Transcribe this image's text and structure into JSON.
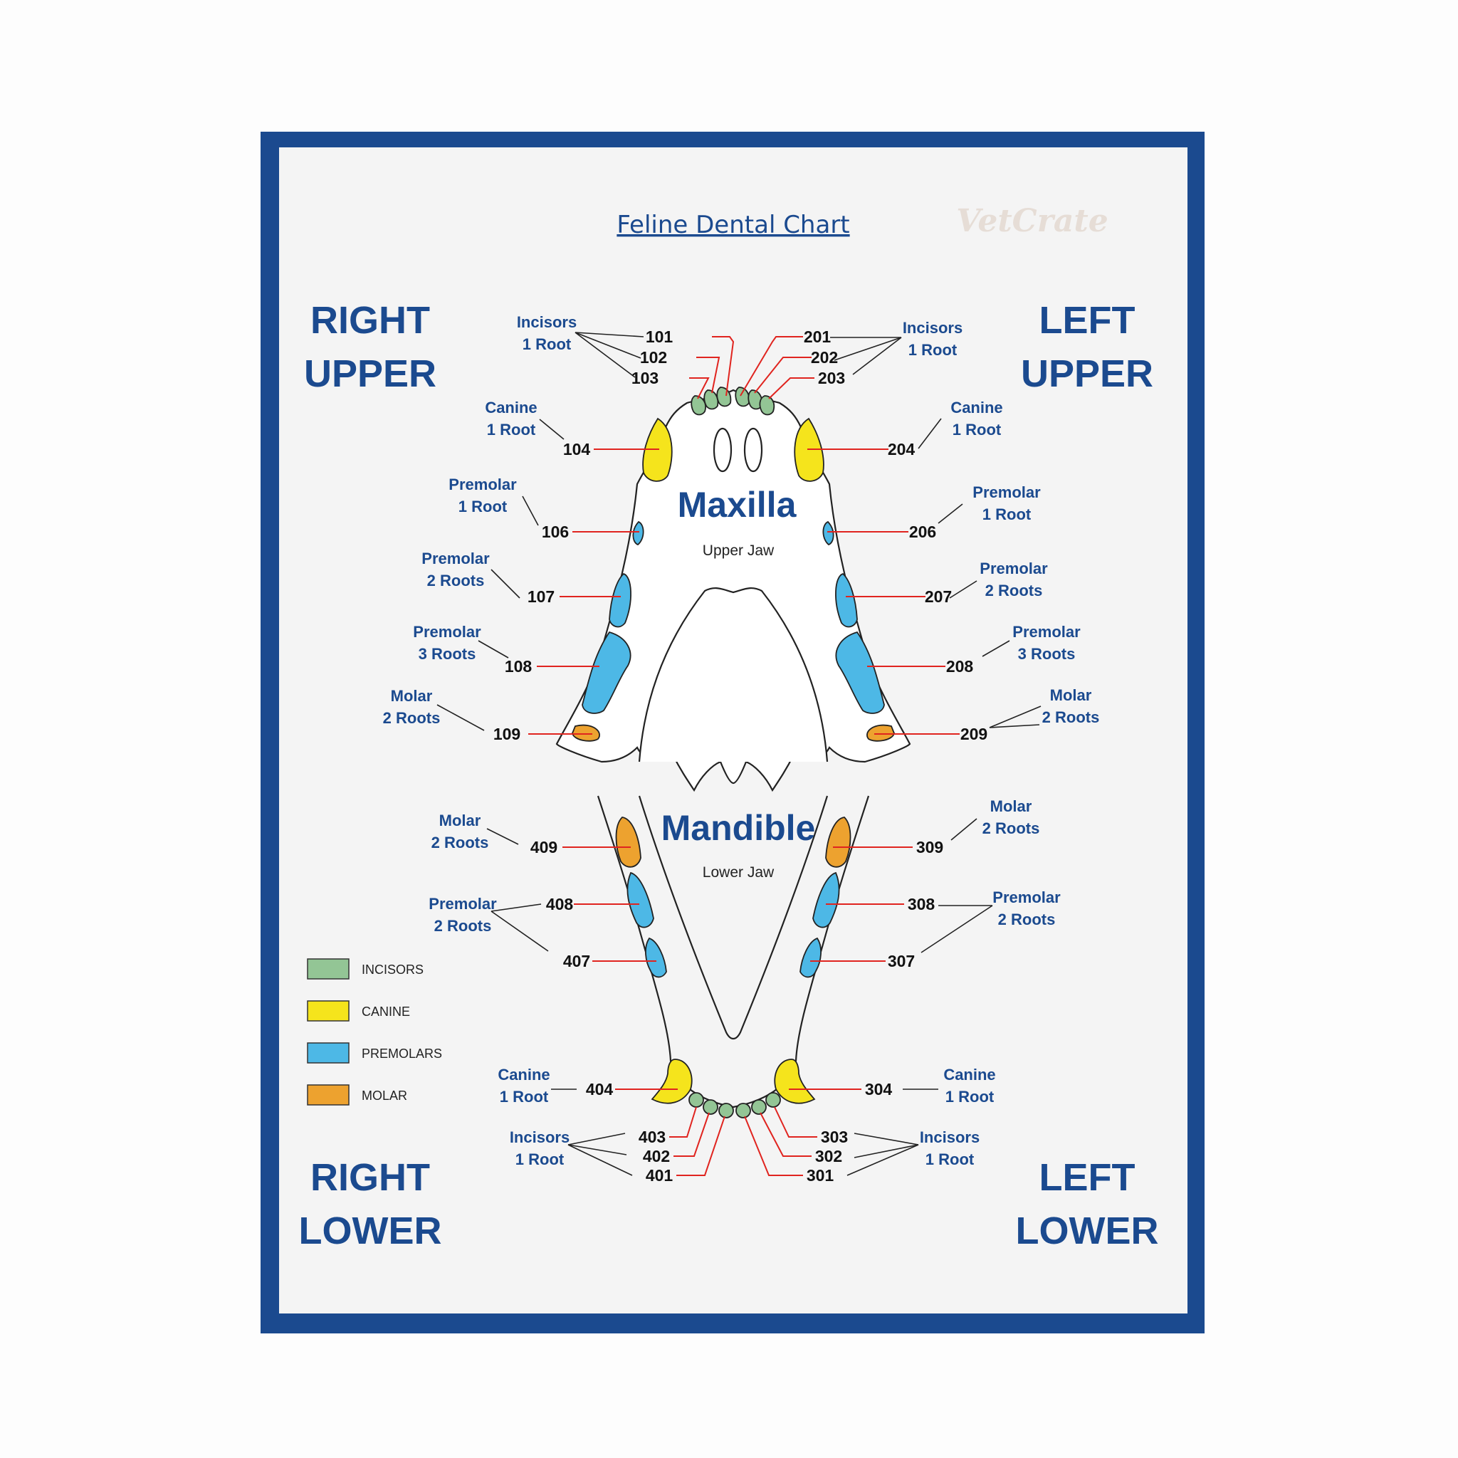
{
  "title": "Feline Dental Chart",
  "brand": "VetCrate",
  "quadrants": {
    "right_upper": [
      "RIGHT",
      "UPPER"
    ],
    "left_upper": [
      "LEFT",
      "UPPER"
    ],
    "right_lower": [
      "RIGHT",
      "LOWER"
    ],
    "left_lower": [
      "LEFT",
      "LOWER"
    ]
  },
  "jaws": {
    "upper": {
      "name": "Maxilla",
      "sub": "Upper Jaw"
    },
    "lower": {
      "name": "Mandible",
      "sub": "Lower Jaw"
    }
  },
  "legend": [
    {
      "label": "INCISORS",
      "color": "#93c595"
    },
    {
      "label": "CANINE",
      "color": "#f5e41c"
    },
    {
      "label": "PREMOLARS",
      "color": "#4db8e6"
    },
    {
      "label": "MOLAR",
      "color": "#eda22f"
    }
  ],
  "colors": {
    "frame": "#1b4a8f",
    "incisor": "#93c595",
    "canine": "#f5e41c",
    "premolar": "#4db8e6",
    "molar": "#eda22f",
    "pointer": "#e0241f"
  },
  "teeth": {
    "t101": "101",
    "t102": "102",
    "t103": "103",
    "t104": "104",
    "t106": "106",
    "t107": "107",
    "t108": "108",
    "t109": "109",
    "t201": "201",
    "t202": "202",
    "t203": "203",
    "t204": "204",
    "t206": "206",
    "t207": "207",
    "t208": "208",
    "t209": "209",
    "t301": "301",
    "t302": "302",
    "t303": "303",
    "t304": "304",
    "t307": "307",
    "t308": "308",
    "t309": "309",
    "t401": "401",
    "t402": "402",
    "t403": "403",
    "t404": "404",
    "t407": "407",
    "t408": "408",
    "t409": "409"
  },
  "descriptions": {
    "ru_incisors": [
      "Incisors",
      "1 Root"
    ],
    "ru_canine": [
      "Canine",
      "1 Root"
    ],
    "ru_pm106": [
      "Premolar",
      "1 Root"
    ],
    "ru_pm107": [
      "Premolar",
      "2 Roots"
    ],
    "ru_pm108": [
      "Premolar",
      "3 Roots"
    ],
    "ru_molar": [
      "Molar",
      "2 Roots"
    ],
    "lu_incisors": [
      "Incisors",
      "1 Root"
    ],
    "lu_canine": [
      "Canine",
      "1 Root"
    ],
    "lu_pm206": [
      "Premolar",
      "1 Root"
    ],
    "lu_pm207": [
      "Premolar",
      "2 Roots"
    ],
    "lu_pm208": [
      "Premolar",
      "3 Roots"
    ],
    "lu_molar": [
      "Molar",
      "2 Roots"
    ],
    "rl_molar": [
      "Molar",
      "2 Roots"
    ],
    "rl_premolar": [
      "Premolar",
      "2 Roots"
    ],
    "rl_canine": [
      "Canine",
      "1 Root"
    ],
    "rl_incisors": [
      "Incisors",
      "1 Root"
    ],
    "ll_molar": [
      "Molar",
      "2 Roots"
    ],
    "ll_premolar": [
      "Premolar",
      "2 Roots"
    ],
    "ll_canine": [
      "Canine",
      "1 Root"
    ],
    "ll_incisors": [
      "Incisors",
      "1 Root"
    ]
  }
}
